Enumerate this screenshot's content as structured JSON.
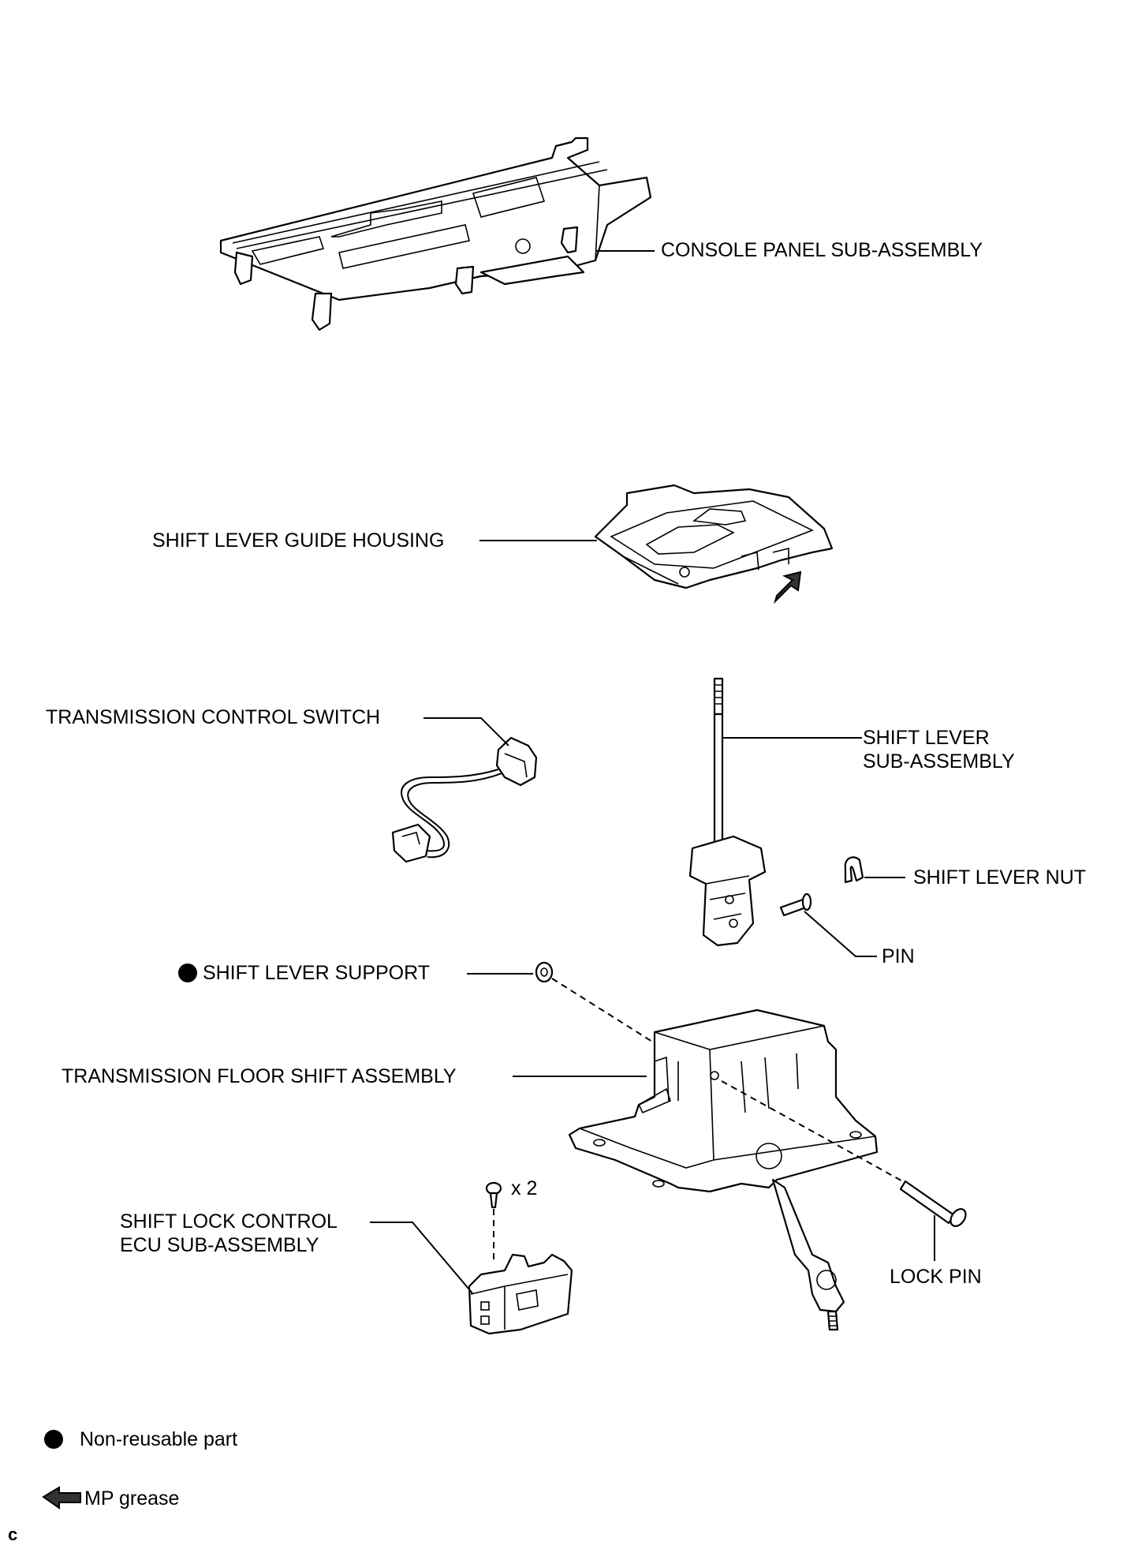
{
  "labels": {
    "console_panel": "CONSOLE PANEL SUB-ASSEMBLY",
    "guide_housing": "SHIFT LEVER GUIDE HOUSING",
    "control_switch": "TRANSMISSION CONTROL SWITCH",
    "shift_lever_line1": "SHIFT LEVER",
    "shift_lever_line2": "SUB-ASSEMBLY",
    "shift_lever_nut": "SHIFT LEVER NUT",
    "pin": "PIN",
    "shift_lever_support": "SHIFT LEVER SUPPORT",
    "floor_shift": "TRANSMISSION FLOOR SHIFT ASSEMBLY",
    "screw_qty": "x 2",
    "ecu_line1": "SHIFT LOCK CONTROL",
    "ecu_line2": "ECU SUB-ASSEMBLY",
    "lock_pin": "LOCK PIN"
  },
  "legend": {
    "non_reusable": "Non-reusable part",
    "mp_grease": "MP grease"
  },
  "corner_mark": "c"
}
